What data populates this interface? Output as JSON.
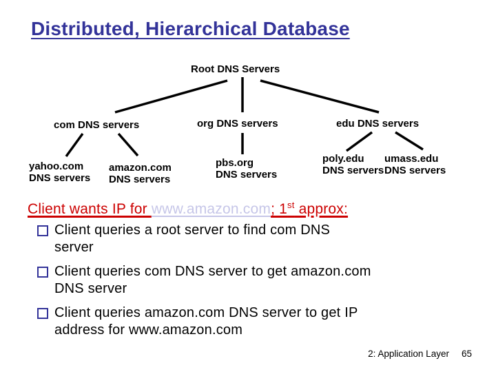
{
  "colors": {
    "title_blue": "#333399",
    "accent_red": "#cc0000",
    "link_lavender": "#c6c6e8",
    "bullet_square_blue": "#333399",
    "text_black": "#000000",
    "background": "#ffffff"
  },
  "title": "Distributed, Hierarchical Database",
  "tree": {
    "root": "Root DNS Servers",
    "tlds": [
      {
        "label": "com DNS servers"
      },
      {
        "label": "org DNS servers"
      },
      {
        "label": "edu DNS servers"
      }
    ],
    "leaves": [
      {
        "label": "yahoo.com\nDNS servers"
      },
      {
        "label": "amazon.com\nDNS servers"
      },
      {
        "label": "pbs.org\nDNS servers"
      },
      {
        "label": "poly.edu\nDNS servers"
      },
      {
        "label": "umass.edu\nDNS servers"
      }
    ]
  },
  "heading": {
    "lead": "Client wants IP for ",
    "link": "www.amazon.com",
    "tail_pre": "; 1",
    "tail_sup": "st",
    "tail_post": " approx:"
  },
  "bullets": [
    {
      "text": "Client queries a root server to find com DNS\nserver"
    },
    {
      "text": "Client queries com DNS server to get amazon.com\nDNS server"
    },
    {
      "text": "Client queries amazon.com DNS server to get  IP\naddress for www.amazon.com"
    }
  ],
  "footer": {
    "section": "2: Application Layer",
    "page": "65"
  }
}
